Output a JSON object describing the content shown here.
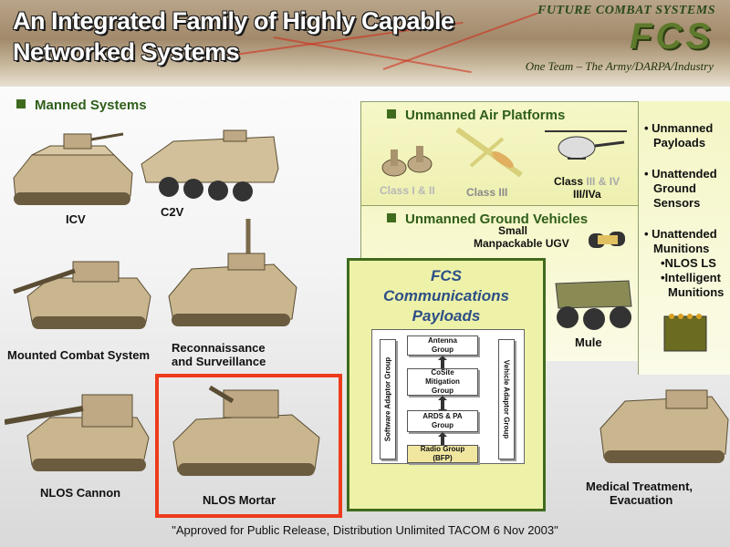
{
  "header": {
    "title_line1": "An Integrated Family of Highly Capable",
    "title_line2": "Networked  Systems",
    "brand_top": "FUTURE COMBAT SYSTEMS",
    "brand_logo": "FCS",
    "brand_sub": "One Team – The Army/DARPA/Industry"
  },
  "manned": {
    "heading": "Manned Systems",
    "vehicles": [
      "ICV",
      "C2V",
      "Mounted Combat System",
      "Reconnaissance",
      "and Surveillance",
      "NLOS Cannon",
      "NLOS Mortar"
    ]
  },
  "air": {
    "heading": "Unmanned Air Platforms",
    "class1": "Class I & II",
    "class3": "Class III",
    "class4_a": "Class",
    "class4_b": "III",
    "class4_c": "& IV",
    "class4_d": "III/IVa"
  },
  "ground": {
    "heading": "Unmanned Ground Vehicles",
    "ugv_line1": "Small",
    "ugv_line2": "Manpackable UGV",
    "mule": "Mule"
  },
  "payloads": {
    "item1_a": "• Unmanned",
    "item1_b": "Payloads",
    "item2_a": "• Unattended",
    "item2_b": "Ground",
    "item2_c": "Sensors",
    "item3_a": "• Unattended",
    "item3_b": "Munitions",
    "item3_c": "•NLOS LS",
    "item3_d": "•Intelligent",
    "item3_e": "Munitions"
  },
  "comms": {
    "title1": "FCS",
    "title2": "Communications",
    "title3": "Payloads",
    "software": "Software Adaptor Group",
    "vehicle": "Vehicle Adaptor Group",
    "antenna_a": "Antenna",
    "antenna_b": "Group",
    "cosite_a": "CoSite",
    "cosite_b": "Mitigation",
    "cosite_c": "Group",
    "ards_a": "ARDS & PA",
    "ards_b": "Group",
    "radio_a": "Radio Group",
    "radio_b": "(BFP)"
  },
  "medical": {
    "line1": "Medical Treatment,",
    "line2": "Evacuation"
  },
  "footer": "\"Approved for Public Release, Distribution Unlimited TACOM 6 Nov 2003\""
}
